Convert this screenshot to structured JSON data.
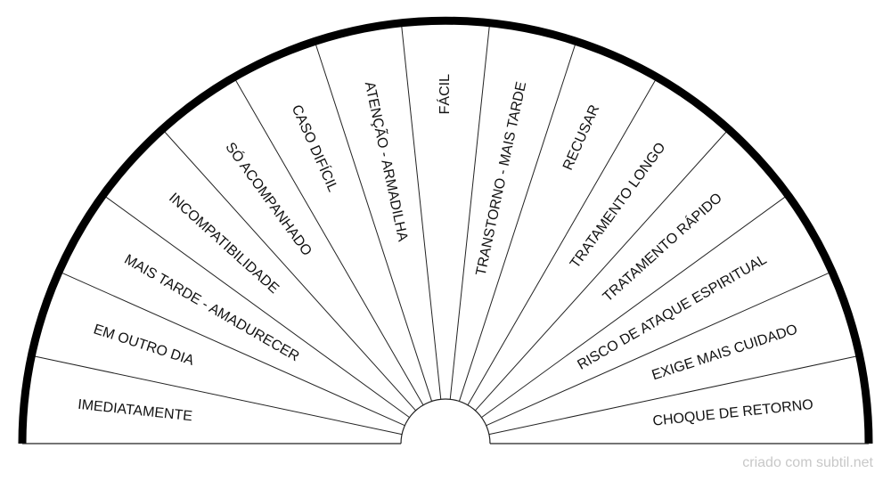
{
  "chart": {
    "sectors": [
      "IMEDIATAMENTE",
      "EM OUTRO DIA",
      "MAIS TARDE - AMADURECER",
      "INCOMPATIBILIDADE",
      "SÓ ACOMPANHADO",
      "CASO DIFÍCIL",
      "ATENÇÃO - ARMADILHA",
      "FÁCIL",
      "TRANSTORNO - MAIS TARDE",
      "RECUSAR",
      "TRATAMENTO LONGO",
      "TRATAMENTO RÁPIDO",
      "RISCO DE ATAQUE ESPIRITUAL",
      "EXIGE MAIS CUIDADO",
      "CHOQUE DE RETORNO"
    ]
  },
  "footer": {
    "credit": "criado com subtil.net"
  },
  "colors": {
    "rim": "#000000",
    "line": "#222222",
    "text": "#111111",
    "credit": "#c8c8c8"
  }
}
